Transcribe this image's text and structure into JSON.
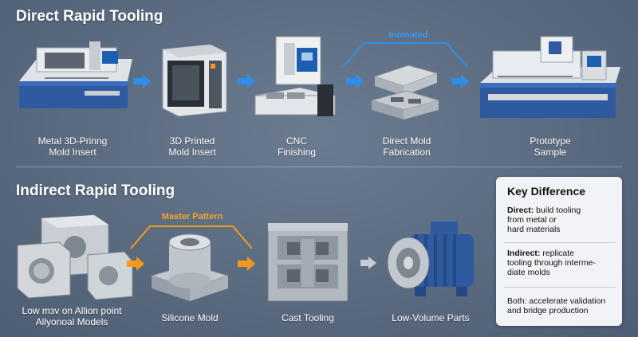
{
  "direct": {
    "title": "Direct Rapid Tooling",
    "callout": "Inomated",
    "steps": [
      {
        "label": "Metal 3D-Prinng\nMold Insert"
      },
      {
        "label": "3D Printed\nMold Insert"
      },
      {
        "label": "CNC\nFinishing"
      },
      {
        "label": "Direct Mold\nFabrication"
      },
      {
        "label": "Prototype\nSample"
      }
    ]
  },
  "indirect": {
    "title": "Indirect Rapid Tooling",
    "callout": "Master Pattern",
    "steps": [
      {
        "label": "Low mзv on Allion point\nAllyonoal Models"
      },
      {
        "label": "Silicone Mold"
      },
      {
        "label": "Cast Tooling"
      },
      {
        "label": "Low-Volume Parts"
      }
    ]
  },
  "key": {
    "title": "Key Difference",
    "items": [
      {
        "term": "Direct:",
        "text": " build tooling\nfrom metal or\nhard materials"
      },
      {
        "term": "Indirect:",
        "text": " replicate\ntooling through interme-\ndiate molds"
      },
      {
        "term": "",
        "text": "Both: accelerate validation\nand bridge production"
      }
    ]
  },
  "colors": {
    "arrow_blue": "#2f8fe8",
    "arrow_orange": "#f39a1e",
    "arrow_grey": "#c8ccd2",
    "machine_blue": "#2f5aa0"
  }
}
